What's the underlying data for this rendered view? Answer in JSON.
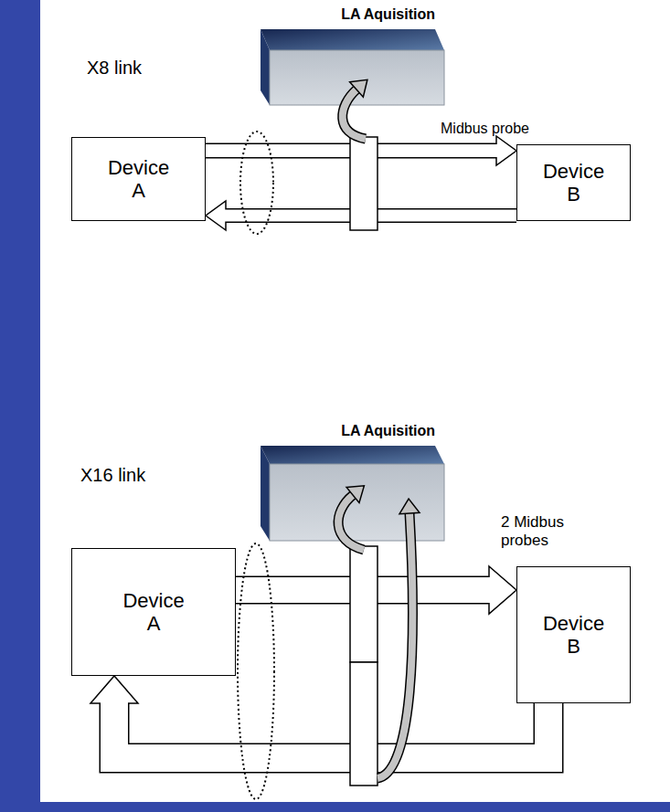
{
  "diagram": {
    "nodes": [
      {
        "text": [
          "LA Aquisition"
        ]
      },
      {
        "text": [
          "Device A"
        ]
      },
      {
        "text": [
          "Device B"
        ]
      },
      {
        "text": [
          "LA Aquisition"
        ]
      },
      {
        "text": [
          "Device A"
        ]
      },
      {
        "text": [
          "Device B"
        ]
      }
    ],
    "edges": [
      {
        "from": 1,
        "to": 2,
        "arrow": "to"
      },
      {
        "from": 2,
        "to": 1,
        "arrow": "to"
      },
      {
        "from": 4,
        "to": 5,
        "arrow": "to"
      },
      {
        "from": 5,
        "to": 4,
        "arrow": "to"
      }
    ],
    "labels": [
      "X8 link",
      "Midbus probe",
      "X16 link",
      "2 Midbus probes"
    ]
  }
}
